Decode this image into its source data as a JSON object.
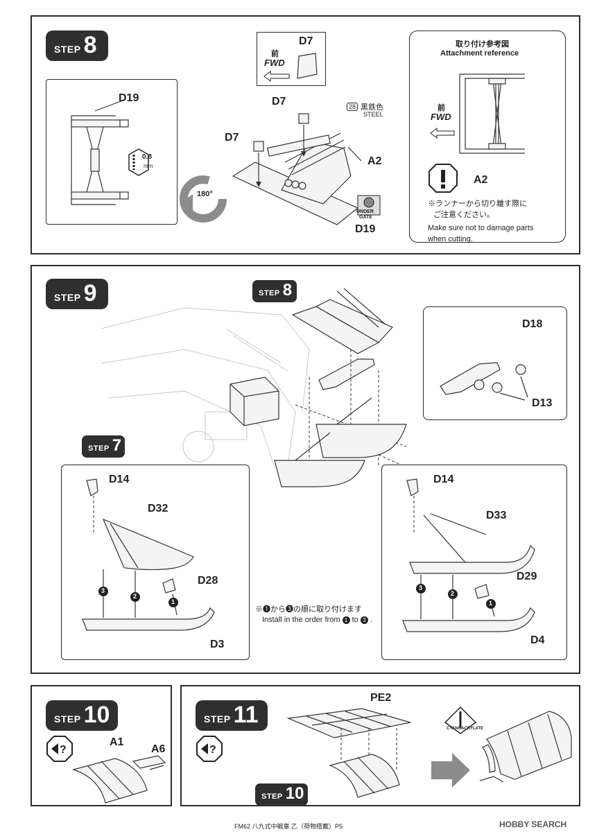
{
  "step8": {
    "step_word": "STEP",
    "step_number": "8",
    "box_fwd_jp": "前",
    "box_fwd_en": "FWD",
    "box_part": "D7",
    "detail_part": "D19",
    "drill_size": "0.8",
    "drill_unit": "mm",
    "rotate_label": "180°",
    "labels": {
      "d7_top": "D7",
      "d7_left": "D7",
      "a2": "A2",
      "d19": "D19"
    },
    "paint_number": "28",
    "paint_jp": "黒鉄色",
    "paint_en": "STEEL",
    "under_gate_1": "UNDER",
    "under_gate_2": "GATE",
    "ref_title_jp": "取り付け参考図",
    "ref_title_en": "Attachment reference",
    "ref_fwd_jp": "前",
    "ref_fwd_en": "FWD",
    "ref_part": "A2",
    "caution_jp_1": "※ランナーから切り離す際に",
    "caution_jp_2": "ご注意ください。",
    "caution_en_1": "Make sure not to damage parts",
    "caution_en_2": "when cutting."
  },
  "step9": {
    "step_word": "STEP",
    "step_number": "9",
    "ref_step8_word": "STEP",
    "ref_step8_number": "8",
    "ref_step7_word": "STEP",
    "ref_step7_number": "7",
    "labels": {
      "d18": "D18",
      "d13": "D13"
    },
    "left": {
      "d14": "D14",
      "d32": "D32",
      "d28": "D28",
      "d3": "D3"
    },
    "right": {
      "d14": "D14",
      "d33": "D33",
      "d29": "D29",
      "d4": "D4"
    },
    "order_numbers": [
      "1",
      "2",
      "3"
    ],
    "note_jp": "※❶から❸の順に取り付けます",
    "note_en_prefix": "Install in the order from",
    "note_en_mid": "to",
    "note_en_end": "."
  },
  "step10": {
    "step_word": "STEP",
    "step_number": "10",
    "labels": {
      "a1": "A1",
      "a6": "A6"
    }
  },
  "step11": {
    "step_word": "STEP",
    "step_number": "11",
    "pe_label": "PE2",
    "ref_step10_word": "STEP",
    "ref_step10_number": "10",
    "glue_label": "CYANOACRYLATE"
  },
  "footer": {
    "text": "FM62 八九式中戦車 乙（荷物搭載）P5",
    "watermark": "HOBBY SEARCH"
  }
}
